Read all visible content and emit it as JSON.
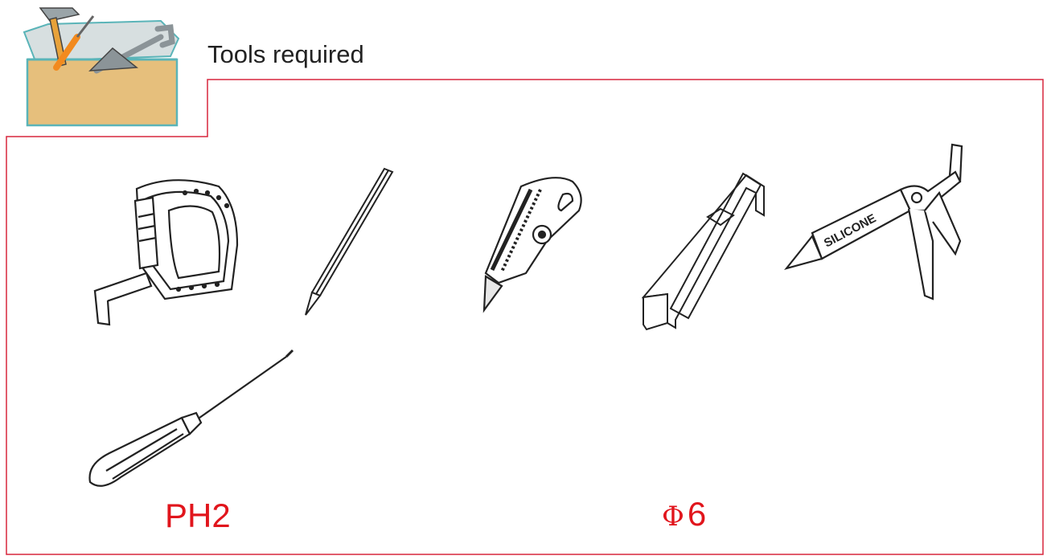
{
  "header": {
    "title": "Tools required",
    "icon": "toolbox-icon"
  },
  "colors": {
    "border": "#d7263d",
    "label": "#e1151c",
    "toolbox_fill": "#e6bf7c",
    "toolbox_outline": "#5ab4b8"
  },
  "tools": [
    {
      "icon": "tape-measure-icon"
    },
    {
      "icon": "pencil-icon"
    },
    {
      "icon": "utility-knife-icon"
    },
    {
      "icon": "carpenter-square-icon"
    },
    {
      "icon": "silicone-gun-icon",
      "label": "SILICONE"
    },
    {
      "icon": "screwdriver-icon",
      "label": "PH2"
    },
    {
      "icon": "spirit-level-icon"
    },
    {
      "icon": "drill-bit-icon",
      "label_symbol": "Φ",
      "label_value": "6"
    },
    {
      "icon": "power-drill-icon"
    }
  ]
}
